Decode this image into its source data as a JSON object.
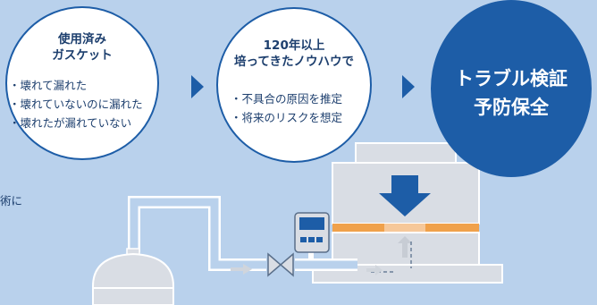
{
  "circle1": {
    "title_lines": [
      "使用済み",
      "ガスケット"
    ],
    "items": [
      "壊れて漏れた",
      "壊れていないのに漏れた",
      "壊れたが漏れていない"
    ]
  },
  "circle2": {
    "title_lines": [
      "120年以上",
      "培ってきたノウハウで"
    ],
    "items": [
      "不具合の原因を推定",
      "将来のリスクを想定"
    ]
  },
  "circle3": {
    "lines": [
      "トラブル検証",
      "予防保全"
    ]
  },
  "edge_text": "術に",
  "colors": {
    "accent": "#1d5da7",
    "background": "#b9d1ec",
    "orange": "#f0a14b"
  }
}
